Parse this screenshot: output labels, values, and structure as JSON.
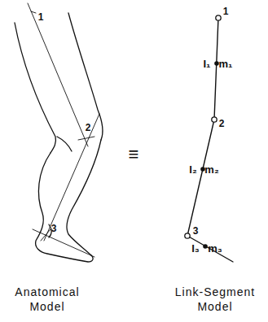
{
  "diagram": {
    "labels": [
      "1",
      "2",
      "3",
      "≡",
      "1",
      "2",
      "3",
      "I₁",
      "m₁",
      "I₂",
      "m₂",
      "I₃",
      "m₃",
      "Anatomical Model",
      "Link-Segment Model"
    ]
  }
}
